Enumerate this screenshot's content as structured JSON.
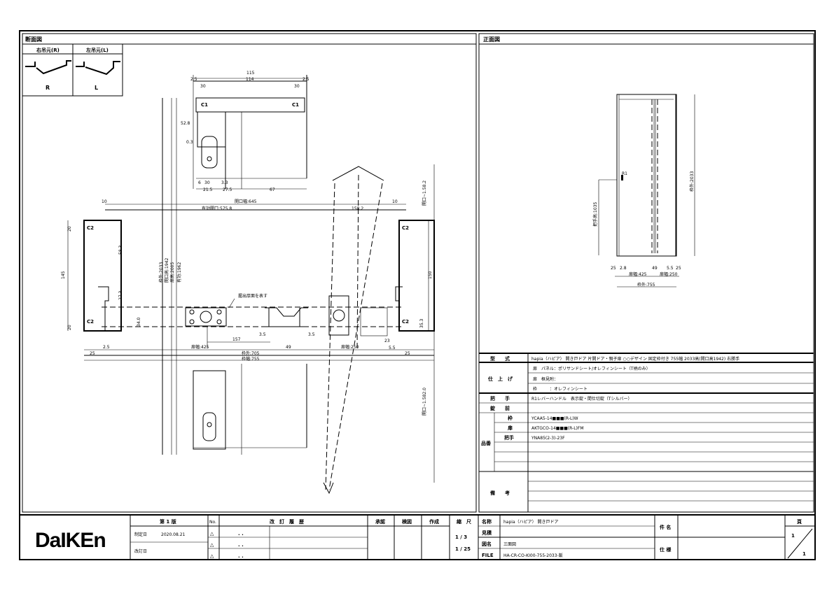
{
  "sections": {
    "section_view_title": "断面図",
    "front_view_title": "正面図",
    "right_hinge": "右吊元(R)",
    "left_hinge": "左吊元(L)",
    "right_symbol": "R",
    "left_symbol": "L"
  },
  "section_dims": {
    "top_total": "115",
    "top_inner": "114",
    "top_left_gap": "2.5",
    "top_right_gap": "2.5",
    "top_left_w": "30",
    "top_right_w": "30",
    "c1_left": "C1",
    "c1_right": "C1",
    "d_52": "52.8",
    "d_03": "0.3",
    "d_30": "30",
    "d_215": "21.5",
    "d_275": "27.5",
    "d_67": "67",
    "d_6": "6",
    "d_33": "3.3",
    "open_w": "開口幅:645",
    "eff_w": "有効開口:575.8",
    "d_158": "158.2",
    "d_10l": "10",
    "d_10r": "10",
    "c2_a": "C2",
    "c2_b": "C2",
    "c2_c": "C2",
    "c2_d": "C2",
    "d_145": "145",
    "d_150": "150",
    "d_583": "58.3",
    "d_273": "27.3",
    "d_340": "34.0",
    "d_353": "35.3",
    "d_20a": "20",
    "d_20b": "20",
    "note_leader": "握出厚面を表す",
    "d_157": "157",
    "d_49": "49",
    "d_35a": "3.5",
    "d_35b": "3.5",
    "d_23": "23",
    "d_55": "5.5",
    "d_25": "2.5",
    "d_25l": "25",
    "d_25r": "25",
    "door_w": "扉幅:425",
    "door_w2": "扉幅:250",
    "frame_out": "枠外:705",
    "frame_w": "枠幅:755",
    "v_frame": "枠外:2033",
    "v_open": "開口高:1942",
    "v_door": "扉高:2005",
    "v_e": "有効:1962",
    "v_r1": "開口~1.58.2",
    "v_r2": "開口~1.582.0"
  },
  "front_dims": {
    "height": "枠外:2033",
    "handle_h": "把手高:1035",
    "d_25a": "25",
    "d_28": "2.8",
    "d_49": "49",
    "d_55": "5.5",
    "d_25b": "25",
    "door_a": "扉幅:425",
    "door_b": "扉幅:250",
    "width": "枠外:755",
    "handle_mark": "R1"
  },
  "spec": {
    "type_label": "型　　式",
    "type_value": "hapia（ハピア） 開き戸ドア 片開ドア・親子扉 ○○デザイン 固定枠付き 755幅 2033高(開口高1942) 右勝手",
    "finish_label": "仕　上　げ",
    "finish_rows": [
      "扉　パネル：ポリサンドシート/オレフィンシート（T柄のみ）",
      "扉　框見附：",
      "枠　　　：オレフィンシート"
    ],
    "handle_label": "把　　手",
    "handle_value": "R1レバーハンドル　表示錠・間仕切錠（Tシルバー）",
    "lock_label": "錠　　前",
    "lock_value": "",
    "part_label": "品番",
    "parts": [
      {
        "name": "枠",
        "code": "YCAA5-14■■■(R-L)W"
      },
      {
        "name": "扉",
        "code": "AKTGCO-14■■■(R-L)FM"
      },
      {
        "name": "把手",
        "code": "YNA85(2-3)-23F"
      },
      {
        "name": "",
        "code": ""
      },
      {
        "name": "",
        "code": ""
      },
      {
        "name": "",
        "code": ""
      }
    ],
    "remarks_label": "備　　考",
    "remarks_value": ""
  },
  "title_block": {
    "logo": "DaIKEn",
    "edition": "第 1 版",
    "established_label": "制定日",
    "established_date": "2020.08.21",
    "revised_label": "改訂日",
    "no_label": "No.",
    "revision_header": "改　訂　履　歴",
    "rev_marks": [
      "△",
      "△",
      "△"
    ],
    "rev_dates": [
      ". .",
      ". .",
      ". ."
    ],
    "approve": "承認",
    "check": "検図",
    "create": "作成",
    "scale_label": "縮　尺",
    "scale1": "1 / 3",
    "scale2": "1 / 25",
    "name_label": "名称",
    "name_value": "hapia（ハピア） 開き戸ドア",
    "estimate_label": "見積",
    "drawing_label": "図名",
    "drawing_value": "三面図",
    "file_label": "FILE",
    "file_value": "HA-CR-CO-KI00-755-2033-鈑",
    "subject_label": "件 名",
    "spec_label": "仕 様",
    "page_label": "頁",
    "page_current": "1",
    "page_total": "1"
  }
}
